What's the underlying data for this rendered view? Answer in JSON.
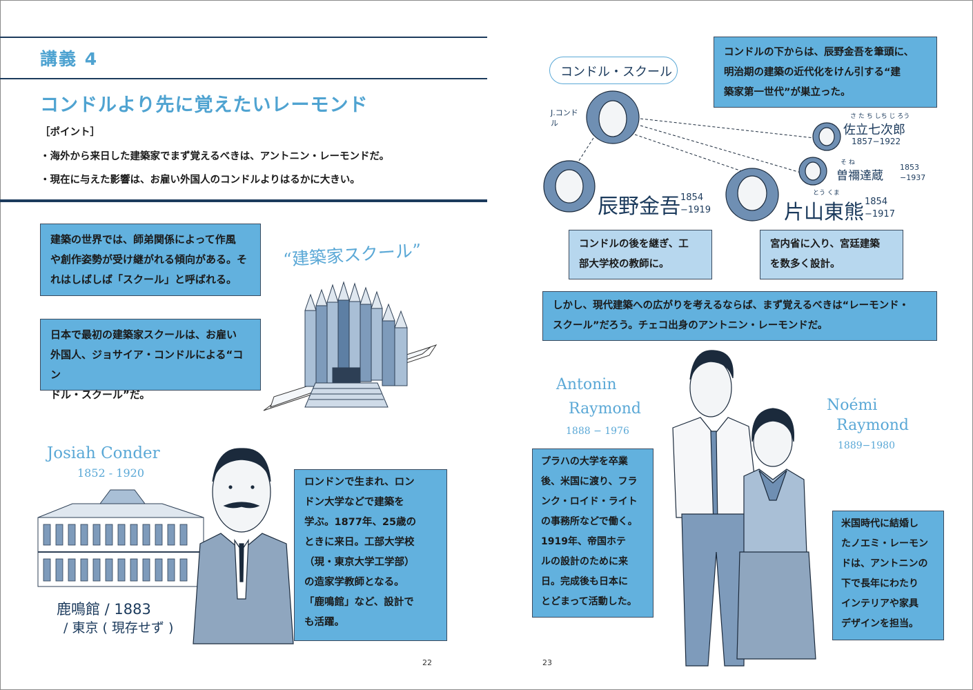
{
  "left_page": {
    "lecture_label": "講義 4",
    "title": "コンドルより先に覚えたいレーモンド",
    "point_heading": "［ポイント］",
    "points": [
      "・海外から来日した建築家でまず覚えるべきは、アントニン・レーモンドだ。",
      "・現在に与えた影響は、お雇い外国人のコンドルよりはるかに大きい。"
    ],
    "box1": [
      "建築の世界では、師弟関係によって作風",
      "や創作姿勢が受け継がれる傾向がある。そ",
      "れはしばしば「スクール」と呼ばれる。"
    ],
    "box2": [
      "日本で最初の建築家スクールは、お雇い",
      "外国人、ジョサイア・コンドルによる“コン",
      "ドル・スクール”だ。"
    ],
    "school_caption": "“建築家スクール”",
    "conder_name": "Josiah Conder",
    "conder_years": "1852 - 1920",
    "rokumeikan_caption_1": "鹿鳴館 / 1883",
    "rokumeikan_caption_2": "/ 東京 ( 現存せず )",
    "box3": [
      "ロンドンで生まれ、ロン",
      "ドン大学などで建築を",
      "学ぶ。1877年、25歳の",
      "ときに来日。工部大学校",
      "（現・東京大学工学部）",
      "の造家学教師となる。",
      "「鹿鳴館」など、設計で",
      "も活躍。"
    ],
    "page_number": "22"
  },
  "right_page": {
    "school_bubble": "コンドル・スクール",
    "conder_label": "J.コンドル",
    "top_box": [
      "コンドルの下からは、辰野金吾を筆頭に、",
      "明治期の建築の近代化をけん引する“建",
      "築家第一世代”が巣立った。"
    ],
    "tatsuno_name": "辰野金吾",
    "tatsuno_years": [
      "1854",
      "−1919"
    ],
    "katayama_name": "片山東熊",
    "katayama_years": [
      "1854",
      "−1917"
    ],
    "katayama_ruby": "とう くま",
    "sata_ruby": "さ た ち しち じ ろう",
    "sata_name": "佐立七次郎",
    "sata_years": "1857−1922",
    "sone_ruby": "そ ね",
    "sone_name": "曽禰達蔵",
    "sone_years": [
      "1853",
      "−1937"
    ],
    "box_tatsuno": [
      "コンドルの後を継ぎ、工",
      "部大学校の教師に。"
    ],
    "box_katayama": [
      "宮内省に入り、宮廷建築",
      "を数多く設計。"
    ],
    "wide_box": [
      "しかし、現代建築への広がりを考えるならば、まず覚えるべきは“レーモンド・",
      "スクール”だろう。チェコ出身のアントニン・レーモンドだ。"
    ],
    "antonin_name_1": "Antonin",
    "antonin_name_2": "Raymond",
    "antonin_years": "1888 − 1976",
    "noemi_name_1": "Noémi",
    "noemi_name_2": "Raymond",
    "noemi_years": "1889−1980",
    "box_antonin": [
      "プラハの大学を卒業",
      "後、米国に渡り、フラ",
      "ンク・ロイド・ライト",
      "の事務所などで働く。",
      "1919年、帝国ホテ",
      "ルの設計のために来",
      "日。完成後も日本に",
      "とどまって活動した。"
    ],
    "box_noemi": [
      "米国時代に結婚し",
      "たノエミ・レーモン",
      "ドは、アントニンの",
      "下で長年にわたり",
      "インテリアや家具",
      "デザインを担当。"
    ],
    "page_number": "23"
  },
  "colors": {
    "accent": "#4fa3d1",
    "box_dark": "#62b1de",
    "box_light": "#b7d7ee",
    "rule": "#1b3a5c"
  }
}
